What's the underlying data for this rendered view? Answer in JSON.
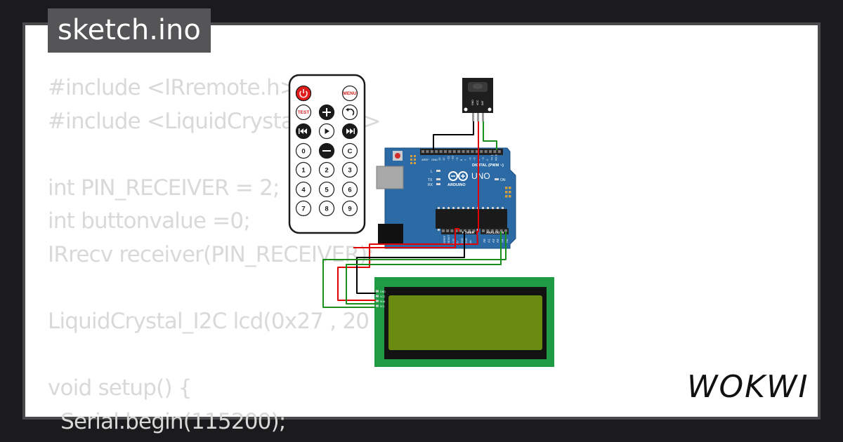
{
  "tab": {
    "file_name": "sketch.ino"
  },
  "code_lines": [
    "#include <IRremote.h>",
    "#include <LiquidCrystal_I2C.h>",
    "",
    "int PIN_RECEIVER = 2;",
    "int buttonvalue =0;",
    "IRrecv receiver(PIN_RECEIVER);",
    "",
    "LiquidCrystal_I2C lcd(0x27 , 20 , 4);",
    "",
    "void setup() {",
    "  Serial.begin(115200);"
  ],
  "brand": {
    "logo_text": "WOKWI"
  },
  "remote": {
    "buttons": [
      [
        "power",
        "",
        "MENU"
      ],
      [
        "TEST",
        "+",
        "back"
      ],
      [
        "prev",
        "play",
        "next"
      ],
      [
        "0",
        "−",
        "C"
      ],
      [
        "1",
        "2",
        "3"
      ],
      [
        "4",
        "5",
        "6"
      ],
      [
        "7",
        "8",
        "9"
      ]
    ]
  },
  "arduino": {
    "brand_text": "ARDUINO",
    "model_text": "UNO",
    "digital_label": "DIGITAL (PWM ~)",
    "power_label": "POWER",
    "analog_label": "ANALOG IN",
    "on_label": "ON",
    "tx_label": "TX",
    "rx_label": "RX",
    "l_label": "L",
    "aref_label": "AREF",
    "gnd_label": "GND",
    "digital_pins": [
      "13",
      "12",
      "~11",
      "~10",
      "~9",
      "8",
      "7",
      "~6",
      "~5",
      "4",
      "~3",
      "2",
      "TX 1",
      "RX 0"
    ],
    "power_pins": [
      "IOREF",
      "RESET",
      "3.3V",
      "5V",
      "GND",
      "GND",
      "Vin"
    ],
    "analog_pins": [
      "A0",
      "A1",
      "A2",
      "A3",
      "A4",
      "A5"
    ]
  },
  "ir_receiver": {
    "pin_labels": [
      "GND",
      "VCC",
      "DAT"
    ]
  },
  "lcd": {
    "pin_labels": [
      "GND",
      "VCC",
      "SDA",
      "SCL"
    ],
    "colors": {
      "pcb": "#1f9a45",
      "bezel": "#131313",
      "screen": "#6a8a10"
    }
  },
  "colors": {
    "board": "#2b6aa5",
    "wire_black": "#000000",
    "wire_red": "#e00000",
    "wire_green": "#1b8f1b"
  }
}
